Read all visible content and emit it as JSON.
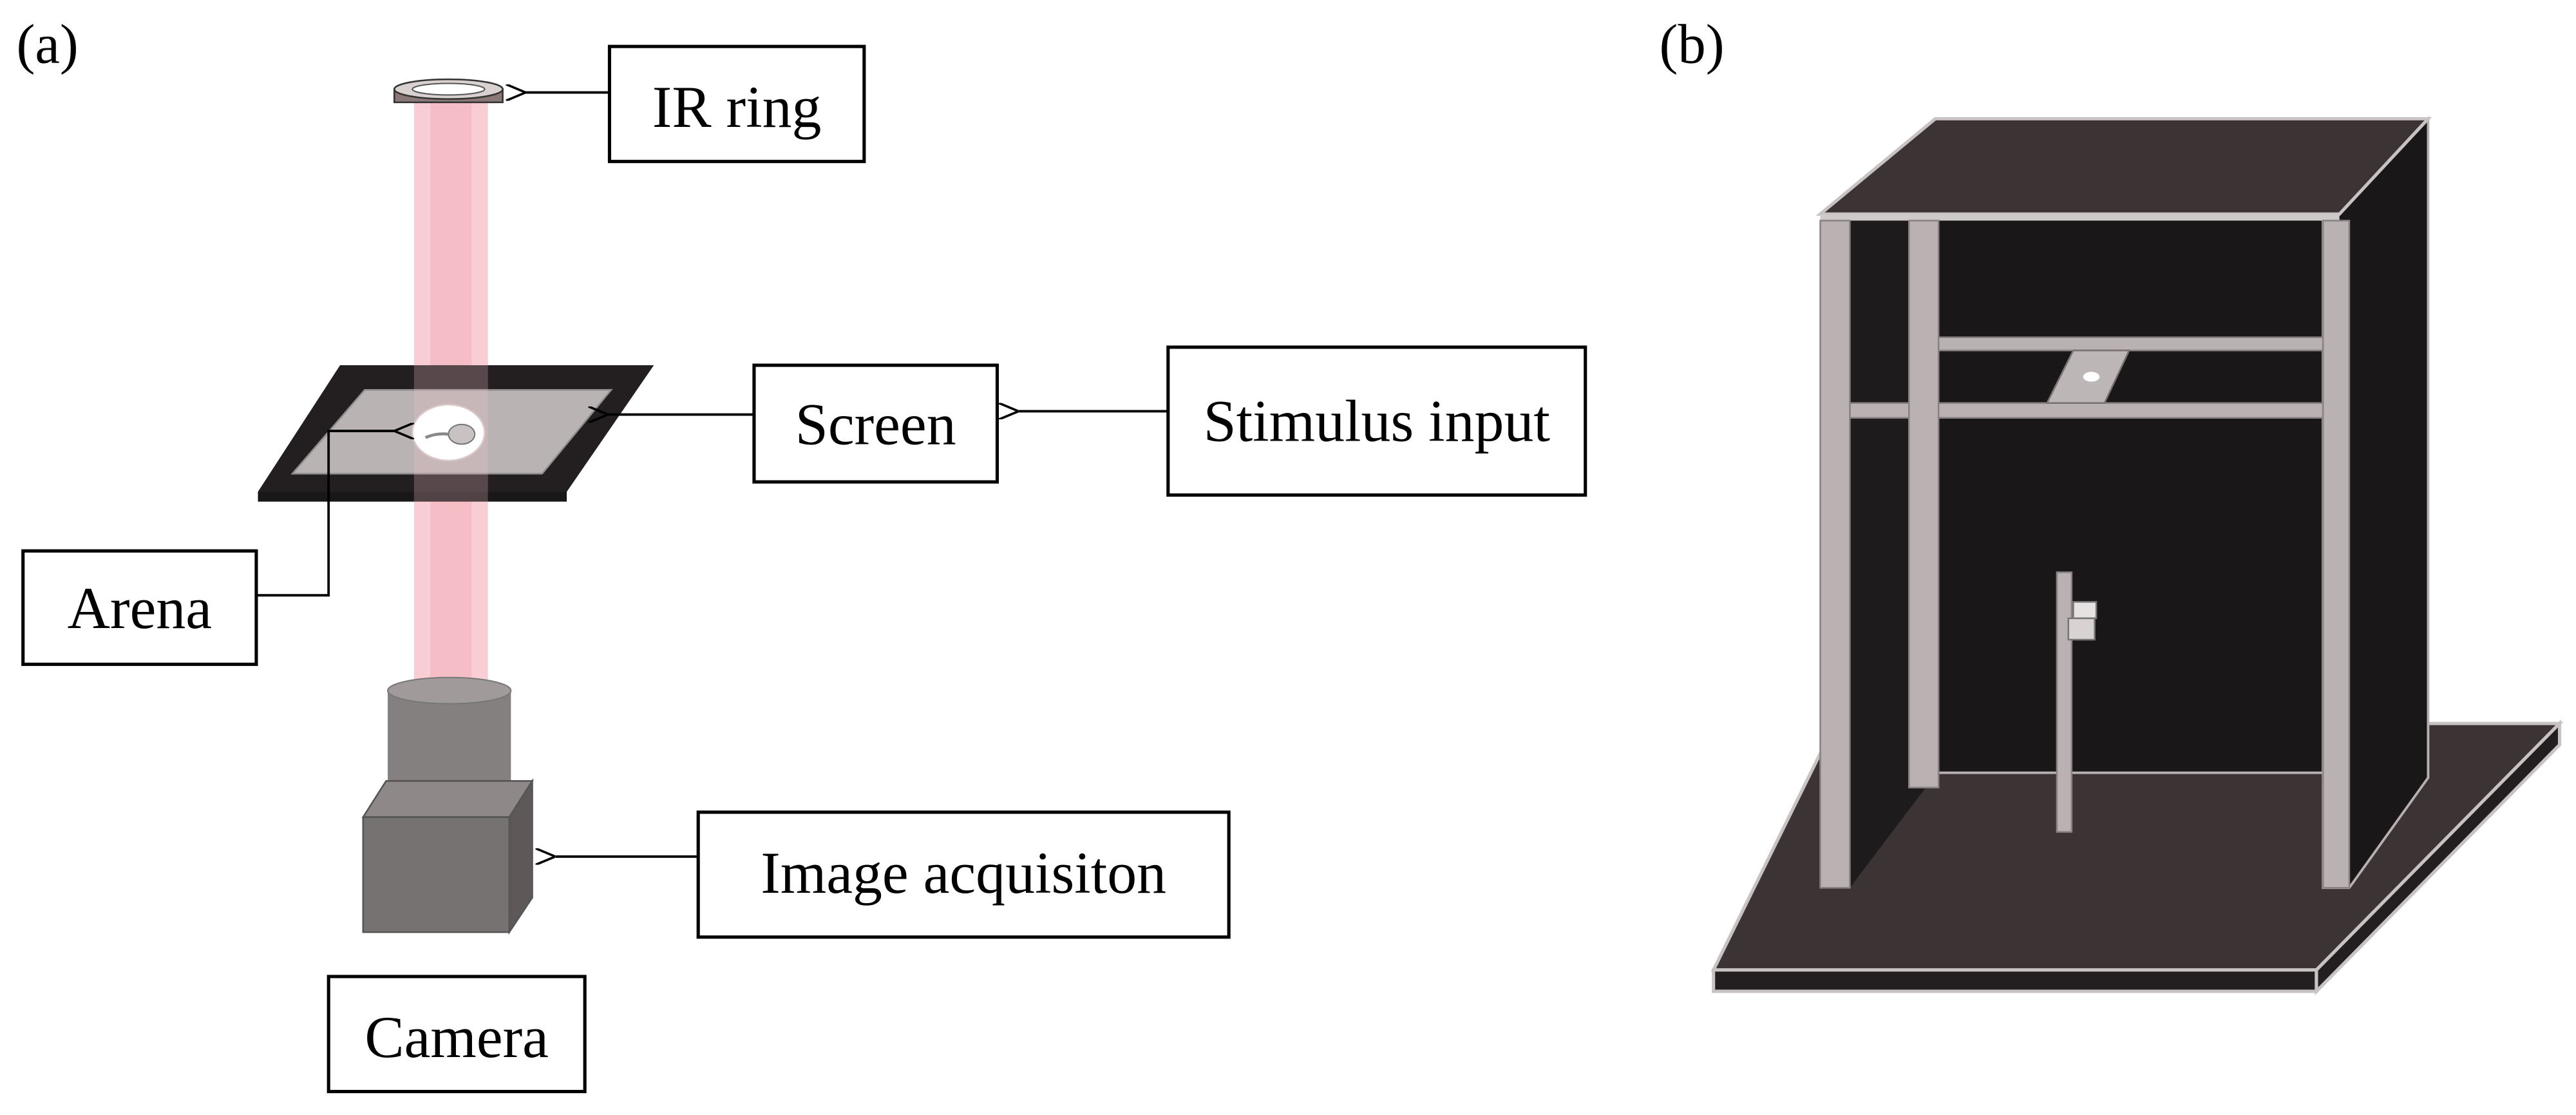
{
  "panel_a": {
    "tag": "(a)",
    "labels": {
      "ir_ring": "IR ring",
      "screen": "Screen",
      "stimulus_input": "Stimulus input",
      "arena": "Arena",
      "image_acquisition": "Image acquisiton",
      "camera": "Camera"
    }
  },
  "panel_b": {
    "tag": "(b)"
  }
}
